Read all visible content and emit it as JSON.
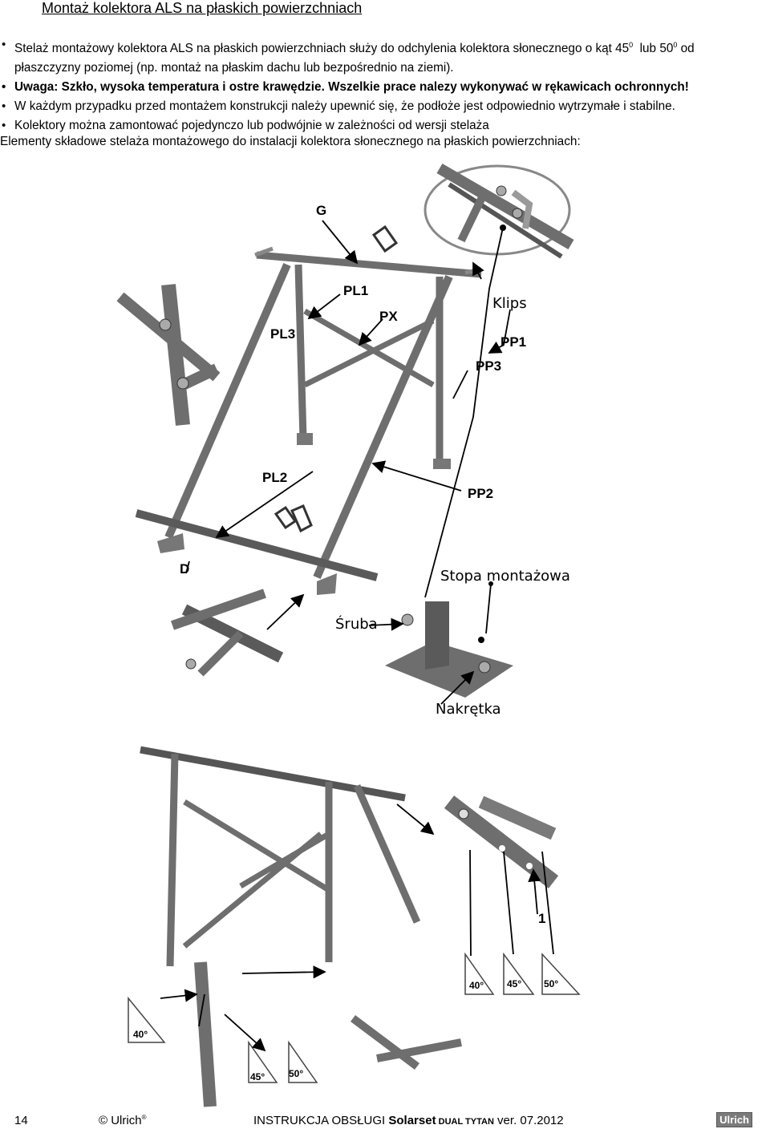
{
  "header": {
    "title": "Montaż kolektora ALS na płaskich powierzchniach"
  },
  "bullets": [
    {
      "line1": "Stelaż montażowy kolektora ALS na płaskich powierzchniach służy do odchylenia kolektora słonecznego o kąt 45",
      "sup1": "0",
      "mid": "  lub 50",
      "sup2": "0",
      "end": " od",
      "line2": "płaszczyzny poziomej (np. montaż na płaskim dachu lub bezpośrednio na ziemi)."
    },
    {
      "text": "Uwaga: Szkło, wysoka temperatura i ostre krawędzie. Wszelkie prace nalezy wykonywać w rękawicach ochronnych!"
    },
    {
      "text": "W każdym przypadku przed montażem konstrukcji należy upewnić się, że podłoże jest odpowiednio wytrzymałe i stabilne."
    },
    {
      "text": "Kolektory można zamontować pojedynczo lub podwójnie w zależności od wersji stelaża"
    }
  ],
  "intro": "Elementy składowe stelaża montażowego do instalacji kolektora słonecznego na płaskich powierzchniach:",
  "labels": {
    "G": "G",
    "PL1": "PL1",
    "PX": "PX",
    "Klips": "Klips",
    "PL3": "PL3",
    "PP1": "PP1",
    "PP3": "PP3",
    "PL2": "PL2",
    "PP2": "PP2",
    "D": "D",
    "stopa": "Stopa montażowa",
    "sruba": "Śruba",
    "nakretka": "Nakrętka",
    "one": "1"
  },
  "angles": {
    "a40": "40°",
    "a45": "45°",
    "a50": "50°"
  },
  "footer": {
    "page": "14",
    "copyright": "© Ulrich",
    "reg": "®",
    "manual": "INSTRUKCJA OBSŁUGI ",
    "product": "Solarset",
    "small": " DUAL TYTAN",
    "version": " ver. 07.2012",
    "logo": "Ulrich"
  },
  "colors": {
    "frame": "#6e6e6e",
    "frame_dark": "#4a4a4a",
    "frame_light": "#9a9a9a"
  }
}
